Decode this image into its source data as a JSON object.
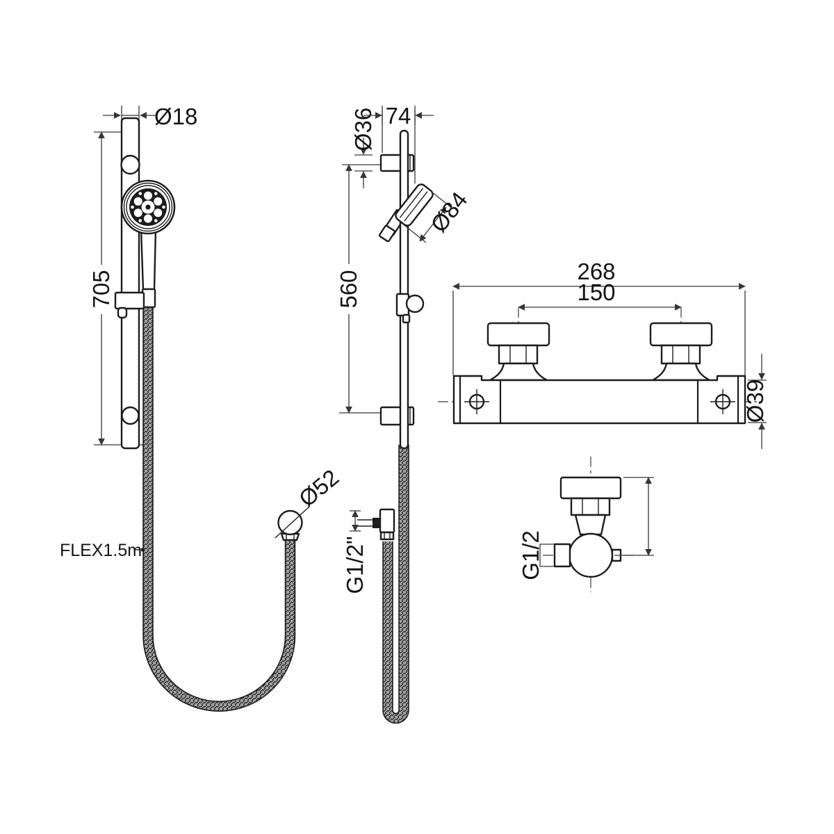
{
  "drawing": {
    "rail_front": {
      "rail_diameter": "Ø18",
      "rail_length": "705",
      "hose_flex": "FLEX1.5m",
      "wall_outlet_diameter": "Ø52"
    },
    "rail_side": {
      "bracket_depth": "74",
      "bracket_diameter": "Ø36",
      "bracket_centres": "560",
      "handset_diameter": "Ø84",
      "outlet_thread": "G1/2\""
    },
    "valve_front": {
      "overall_width": "268",
      "inlet_centres": "150",
      "body_diameter": "Ø39"
    },
    "valve_side": {
      "inlet_thread": "G1/2"
    },
    "colors": {
      "line": "#1c1c1c",
      "dimension": "#363636",
      "background": "#ffffff"
    }
  }
}
